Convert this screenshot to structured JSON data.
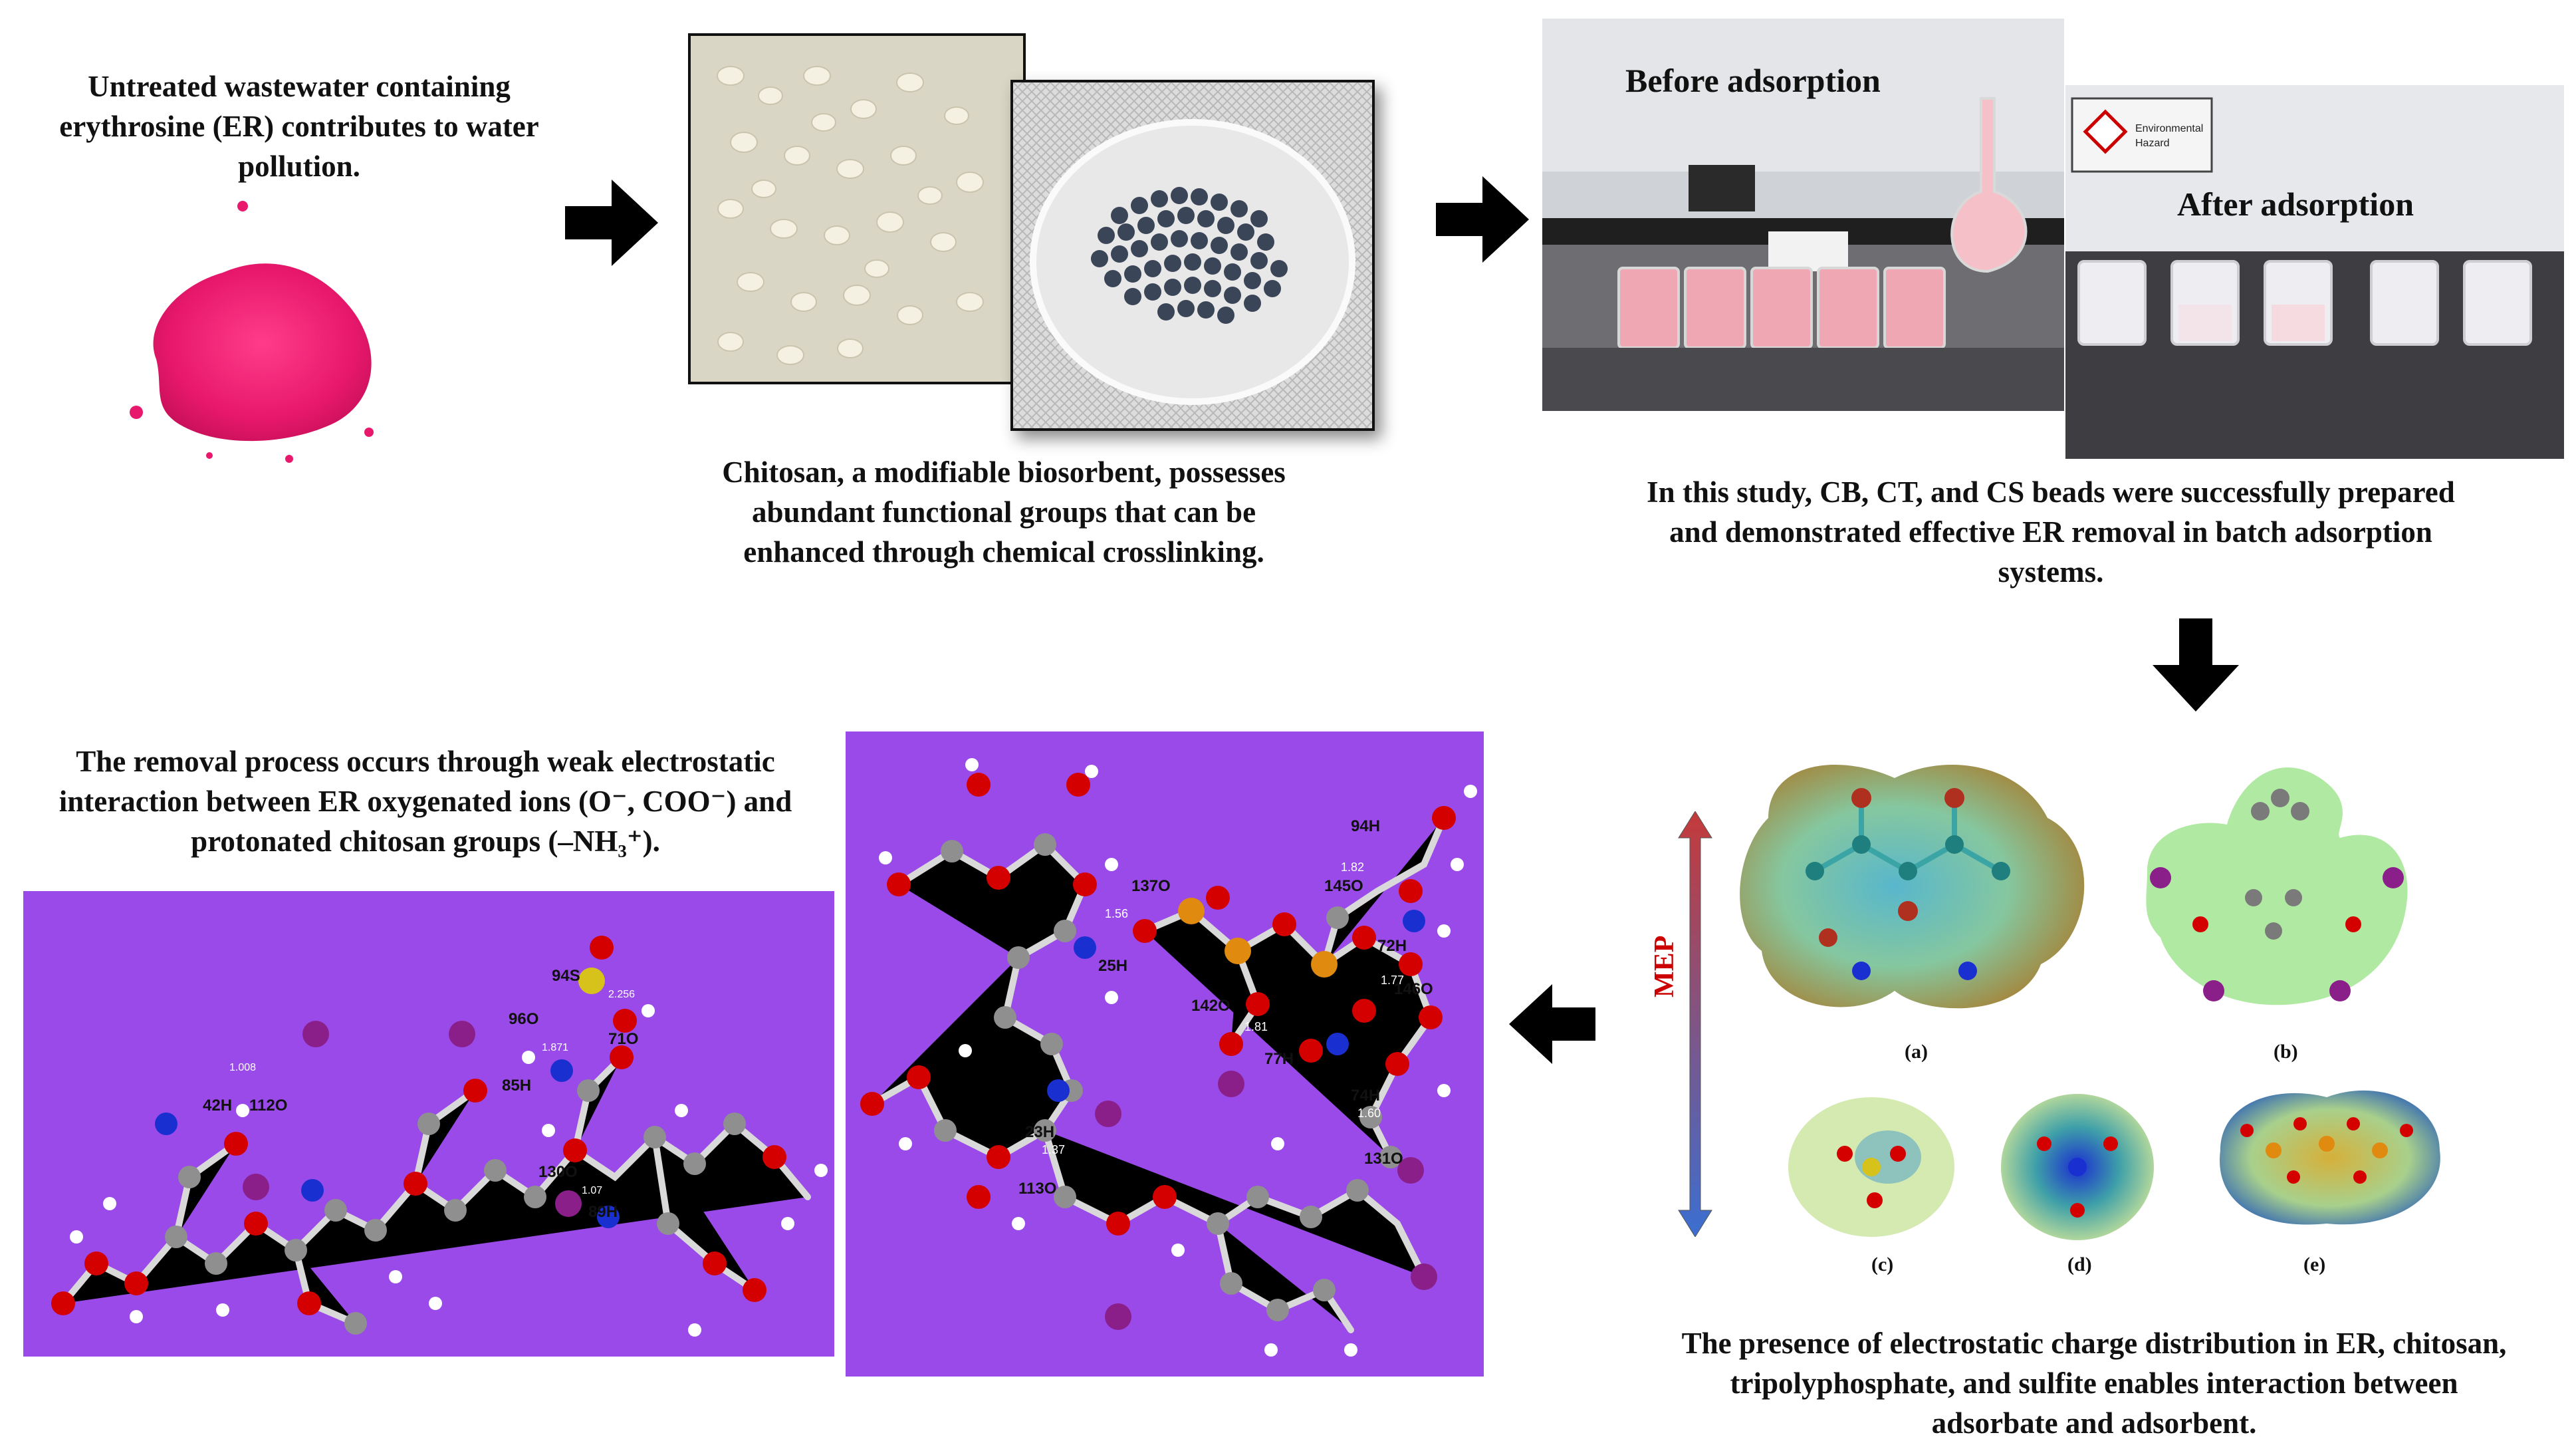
{
  "captions": {
    "pollution": "Untreated wastewater containing erythrosine (ER) contributes to water pollution.",
    "chitosan": "Chitosan, a modifiable biosorbent, possesses abundant functional groups that can be enhanced through chemical crosslinking.",
    "study": "In this study, CB, CT, and CS beads were successfully prepared and demonstrated effective ER removal in batch adsorption systems.",
    "mechanism": "The removal process occurs through weak electrostatic interaction between ER oxygenated ions (O⁻, COO⁻) and protonated chitosan groups (–NH₃⁺).",
    "charge": "The presence of electrostatic charge distribution in ER, chitosan, tripolyphosphate, and sulfite enables interaction between adsorbate and adsorbent."
  },
  "photo_labels": {
    "before": "Before adsorption",
    "after": "After adsorption",
    "sign_line1": "Environmental",
    "sign_line2": "Hazard"
  },
  "mep": {
    "axis_label": "MEP",
    "sublabels": [
      "(a)",
      "(b)",
      "(c)",
      "(d)",
      "(e)"
    ]
  },
  "left_panel_labels": {
    "l1": "94S",
    "l2": "96O",
    "l3": "71O",
    "l4": "85H",
    "l5": "42H",
    "l6": "112O",
    "l7": "130O",
    "l8": "89H",
    "d1": "1.008",
    "d2": "1.871",
    "d3": "2.256",
    "d4": "1.07"
  },
  "right_panel_labels": {
    "r1": "137O",
    "r2": "25H",
    "r3": "94H",
    "r4": "145O",
    "r5": "72H",
    "r6": "146O",
    "r7": "142O",
    "r8": "77H",
    "r9": "74H",
    "r10": "131O",
    "r11": "23H",
    "r12": "113O",
    "d1": "1.56",
    "d2": "1.82",
    "d3": "1.77",
    "d4": "1.81",
    "d5": "1.60",
    "d6": "1.37"
  },
  "colors": {
    "panel_purple": "#9a4ae8",
    "dye_pink": "#e8186c",
    "arrow": "#000000",
    "mep_arrow": "#c43a3a",
    "mep_arrow_blue": "#3b6fd1",
    "oxygen": "#d40000",
    "carbon": "#8f8f8f",
    "nitrogen": "#1a2fd0",
    "iodine": "#8a1f8a",
    "sulfur": "#d6c21a",
    "phosphorus": "#e08a10"
  }
}
